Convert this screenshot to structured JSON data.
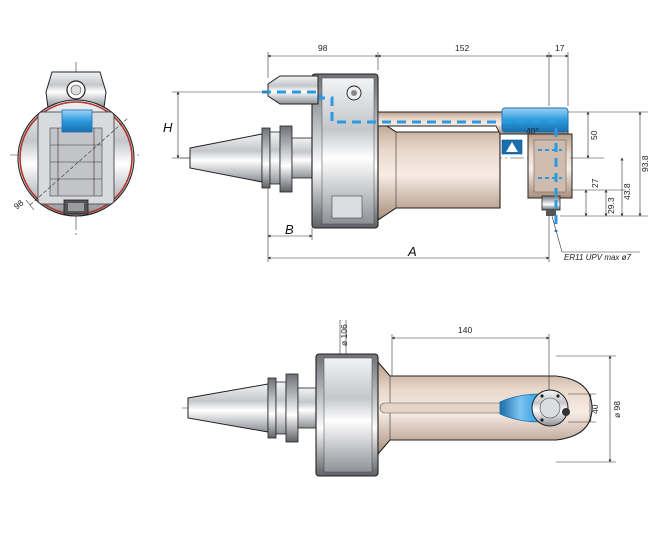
{
  "dimensions": {
    "top_98": "98",
    "top_152": "152",
    "top_17": "17",
    "label_h": "H",
    "label_b": "B",
    "label_a": "A",
    "right_50": "50",
    "right_27": "27",
    "right_29_3": "29.3",
    "right_43_8": "43.8",
    "right_93_8": "93.8",
    "angle_40": "40°",
    "side_98": "98",
    "collet_note": "ER11 UPV max ø7",
    "bottom_d106": "ø 106",
    "bottom_140": "140",
    "bottom_40": "40",
    "bottom_d98": "ø 98"
  },
  "colors": {
    "accent_blue": "#2b9be0",
    "housing_red": "#b2342c",
    "body_tan": "#d8c4b4",
    "steel": "#c6c8cc"
  },
  "icons": {
    "brand_logo": "brand-logo-icon"
  }
}
